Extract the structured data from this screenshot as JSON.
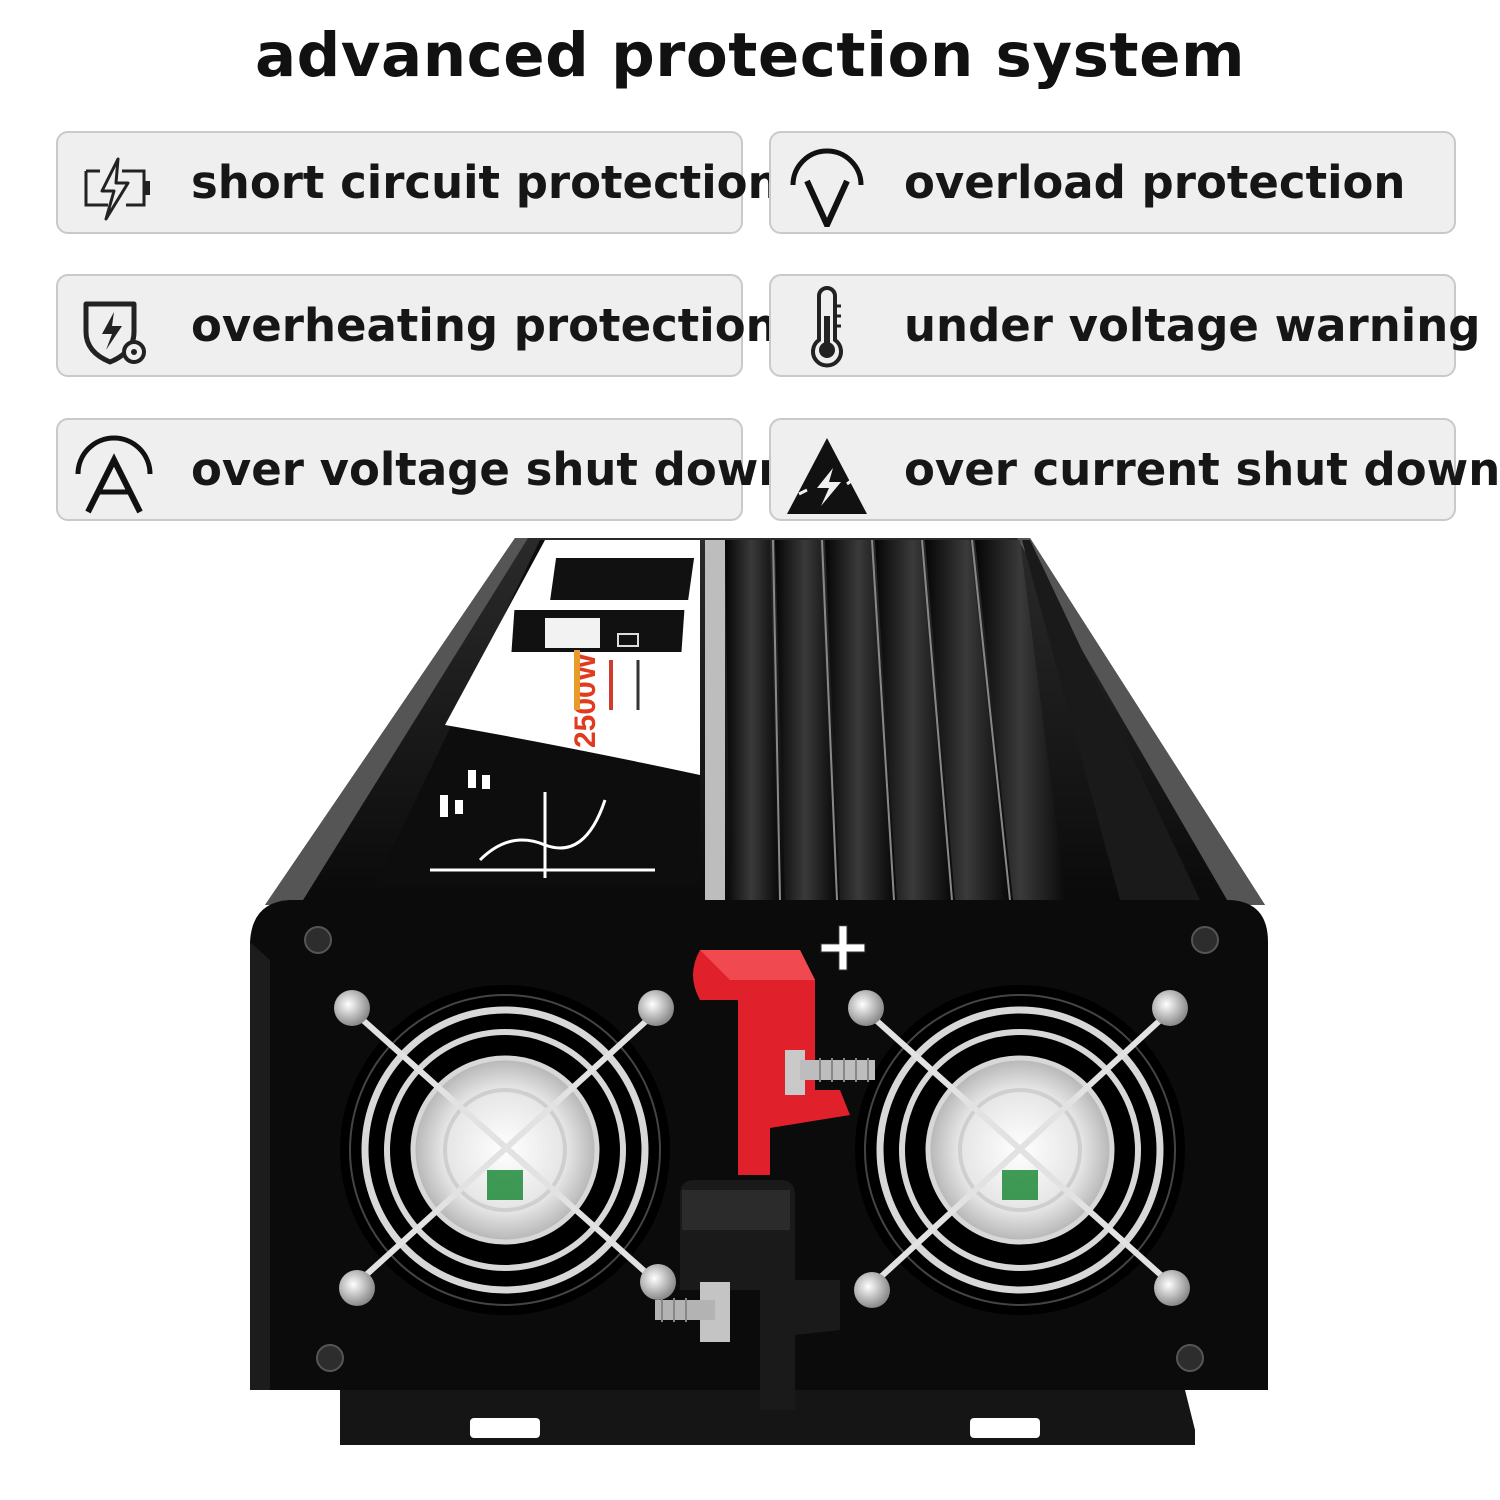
{
  "title": "advanced protection system",
  "features": [
    {
      "label": "short circuit protection",
      "icon": "battery-bolt-icon"
    },
    {
      "label": "overload protection",
      "icon": "overload-v-icon"
    },
    {
      "label": "overheating protection",
      "icon": "shield-bolt-icon"
    },
    {
      "label": "under voltage warning",
      "icon": "thermometer-icon"
    },
    {
      "label": "over voltage shut down",
      "icon": "overvoltage-a-icon"
    },
    {
      "label": "over current shut down",
      "icon": "warning-bolt-icon"
    }
  ],
  "product": {
    "power_label": "2500W",
    "positive_terminal_symbol": "+",
    "colors": {
      "housing": "#111111",
      "positive_cap": "#e0202a",
      "negative_cap": "#1a1a1a"
    }
  }
}
